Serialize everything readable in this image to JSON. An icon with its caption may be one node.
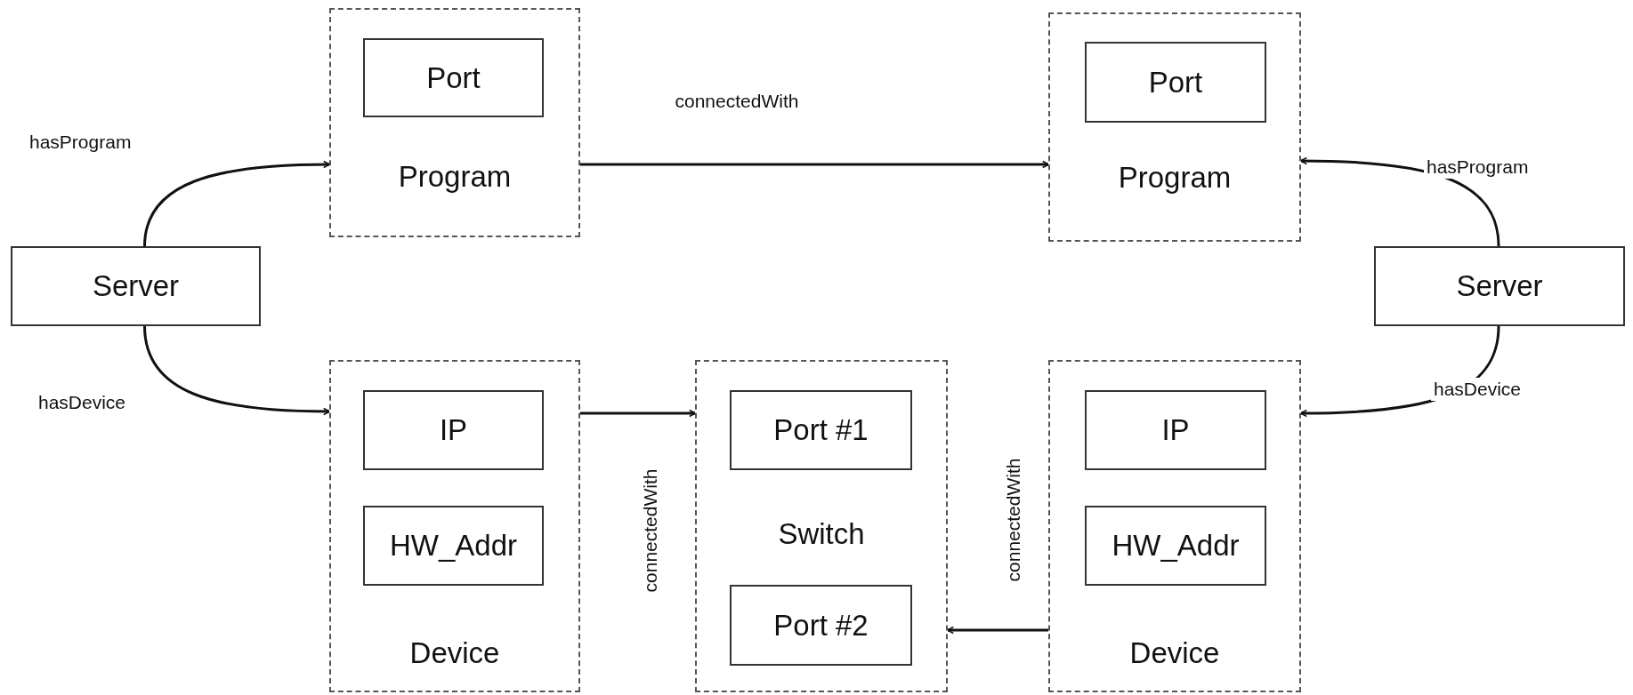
{
  "diagram": {
    "nodes": [
      {
        "text": [
          "Program"
        ]
      },
      {
        "text": [
          "Port"
        ],
        "in": 0
      },
      {
        "text": [
          "Program"
        ]
      },
      {
        "text": [
          "Port"
        ],
        "in": 2
      },
      {
        "text": [
          "Server"
        ]
      },
      {
        "text": [
          "Server"
        ]
      },
      {
        "text": [
          "Device"
        ]
      },
      {
        "text": [
          "IP"
        ],
        "in": 6
      },
      {
        "text": [
          "HW_Addr"
        ],
        "in": 6
      },
      {
        "text": [
          "Switch"
        ]
      },
      {
        "text": [
          "Port #1"
        ],
        "in": 9
      },
      {
        "text": [
          "Port #2"
        ],
        "in": 9
      },
      {
        "text": [
          "Device"
        ]
      },
      {
        "text": [
          "IP"
        ],
        "in": 12
      },
      {
        "text": [
          "HW_Addr"
        ],
        "in": 12
      }
    ],
    "edges": [
      {
        "from": 4,
        "to": 0,
        "arrow": "to",
        "label": "hasProgram"
      },
      {
        "from": 4,
        "to": 6,
        "arrow": "to",
        "label": "hasDevice"
      },
      {
        "from": 0,
        "to": 2,
        "arrow": "to",
        "label": "connectedWith"
      },
      {
        "from": 5,
        "to": 2,
        "arrow": "to",
        "label": "hasProgram"
      },
      {
        "from": 5,
        "to": 12,
        "arrow": "to",
        "label": "hasDevice"
      },
      {
        "from": 6,
        "to": 9,
        "arrow": "to",
        "label": "connectedWith"
      },
      {
        "from": 12,
        "to": 9,
        "arrow": "to",
        "label": "connectedWith"
      }
    ]
  }
}
